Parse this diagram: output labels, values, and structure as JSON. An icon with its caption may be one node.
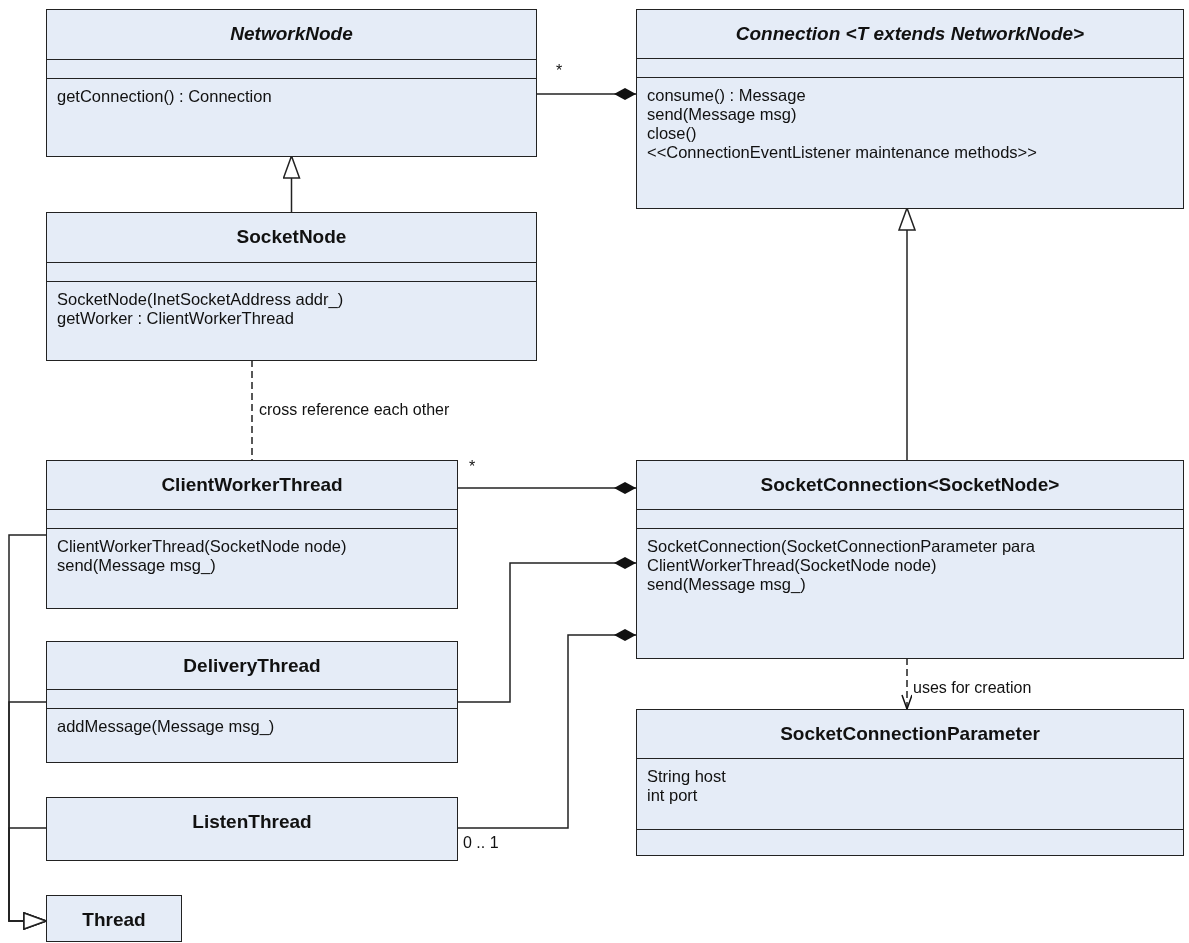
{
  "diagram": {
    "nodes": [
      {
        "text": [
          "NetworkNode",
          "getConnection() : Connection"
        ]
      },
      {
        "text": [
          "Connection <T extends NetworkNode>",
          "consume() : Message",
          "send(Message msg)",
          "close()",
          "<<ConnectionEventListener maintenance methods>>"
        ]
      },
      {
        "text": [
          "SocketNode",
          "SocketNode(InetSocketAddress addr_)",
          "getWorker : ClientWorkerThread"
        ]
      },
      {
        "text": [
          "ClientWorkerThread",
          "ClientWorkerThread(SocketNode node)",
          "send(Message msg_)"
        ]
      },
      {
        "text": [
          "SocketConnection<SocketNode>",
          "SocketConnection(SocketConnectionParameter para",
          "ClientWorkerThread(SocketNode node)",
          "send(Message msg_)"
        ]
      },
      {
        "text": [
          "DeliveryThread",
          "addMessage(Message msg_)"
        ]
      },
      {
        "text": [
          "SocketConnectionParameter",
          "String host",
          "int port"
        ]
      },
      {
        "text": [
          "ListenThread"
        ]
      },
      {
        "text": [
          "Thread"
        ]
      }
    ],
    "edges": [
      {
        "from": 2,
        "to": 0,
        "arrow": "to"
      },
      {
        "from": 0,
        "to": 1,
        "arrow": "other",
        "label": "*"
      },
      {
        "from": 2,
        "to": 3,
        "arrow": "none",
        "style": "dashed",
        "label": "cross reference each other"
      },
      {
        "from": 4,
        "to": 1,
        "arrow": "to"
      },
      {
        "from": 3,
        "to": 4,
        "arrow": "other",
        "label": "*"
      },
      {
        "from": 5,
        "to": 4,
        "arrow": "other"
      },
      {
        "from": 7,
        "to": 4,
        "arrow": "other",
        "label": "0 .. 1"
      },
      {
        "from": 4,
        "to": 6,
        "arrow": "to",
        "style": "dashed",
        "label": "uses for creation"
      },
      {
        "from": 3,
        "to": 8,
        "arrow": "to"
      },
      {
        "from": 5,
        "to": 8,
        "arrow": "to"
      },
      {
        "from": 7,
        "to": 8,
        "arrow": "to"
      }
    ]
  }
}
